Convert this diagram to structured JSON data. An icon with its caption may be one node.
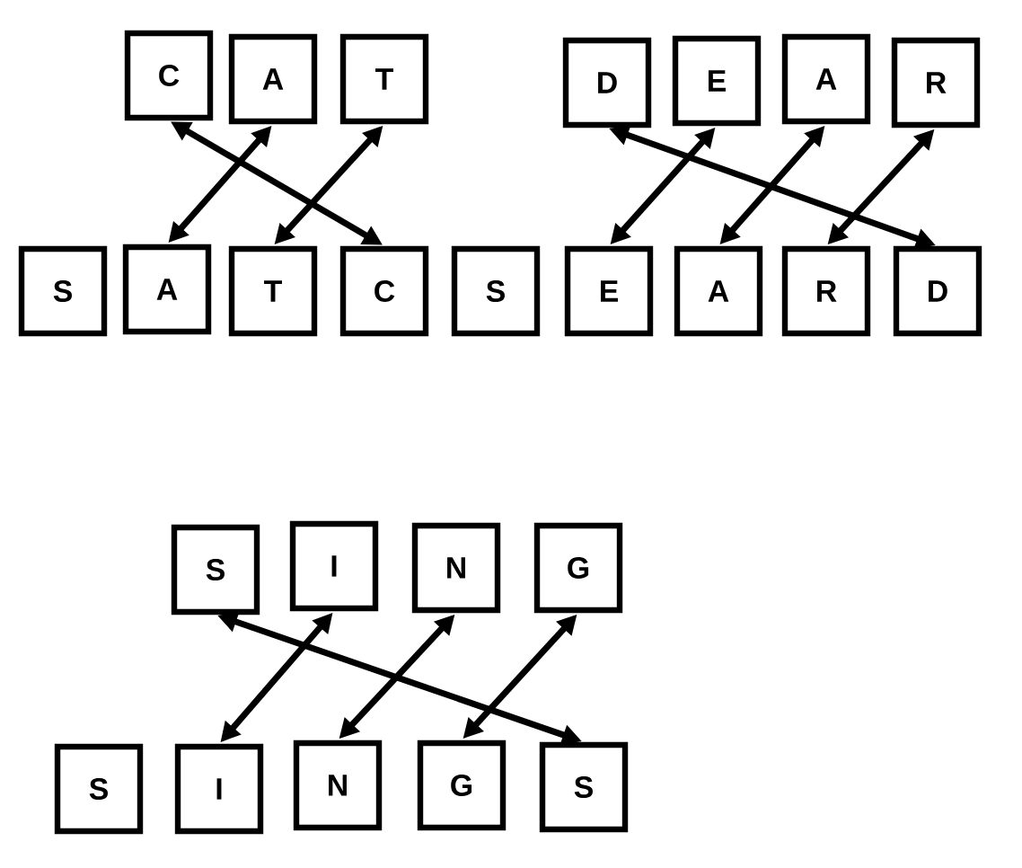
{
  "diagram": {
    "nodes": [
      {
        "text": [
          "C"
        ]
      },
      {
        "text": [
          "A"
        ]
      },
      {
        "text": [
          "T"
        ]
      },
      {
        "text": [
          "D"
        ]
      },
      {
        "text": [
          "E"
        ]
      },
      {
        "text": [
          "A"
        ]
      },
      {
        "text": [
          "R"
        ]
      },
      {
        "text": [
          "S"
        ]
      },
      {
        "text": [
          "A"
        ]
      },
      {
        "text": [
          "T"
        ]
      },
      {
        "text": [
          "C"
        ]
      },
      {
        "text": [
          "S"
        ]
      },
      {
        "text": [
          "E"
        ]
      },
      {
        "text": [
          "A"
        ]
      },
      {
        "text": [
          "R"
        ]
      },
      {
        "text": [
          "D"
        ]
      },
      {
        "text": [
          "S"
        ]
      },
      {
        "text": [
          "I"
        ]
      },
      {
        "text": [
          "N"
        ]
      },
      {
        "text": [
          "G"
        ]
      },
      {
        "text": [
          "S"
        ]
      },
      {
        "text": [
          "I"
        ]
      },
      {
        "text": [
          "N"
        ]
      },
      {
        "text": [
          "G"
        ]
      },
      {
        "text": [
          "S"
        ]
      }
    ],
    "edges": [
      {
        "from": 0,
        "to": 10,
        "arrow": "both"
      },
      {
        "from": 1,
        "to": 8,
        "arrow": "both"
      },
      {
        "from": 2,
        "to": 9,
        "arrow": "both"
      },
      {
        "from": 3,
        "to": 15,
        "arrow": "both"
      },
      {
        "from": 4,
        "to": 12,
        "arrow": "both"
      },
      {
        "from": 5,
        "to": 13,
        "arrow": "both"
      },
      {
        "from": 6,
        "to": 14,
        "arrow": "both"
      },
      {
        "from": 16,
        "to": 24,
        "arrow": "both"
      },
      {
        "from": 17,
        "to": 21,
        "arrow": "both"
      },
      {
        "from": 18,
        "to": 22,
        "arrow": "both"
      },
      {
        "from": 19,
        "to": 23,
        "arrow": "both"
      }
    ]
  }
}
